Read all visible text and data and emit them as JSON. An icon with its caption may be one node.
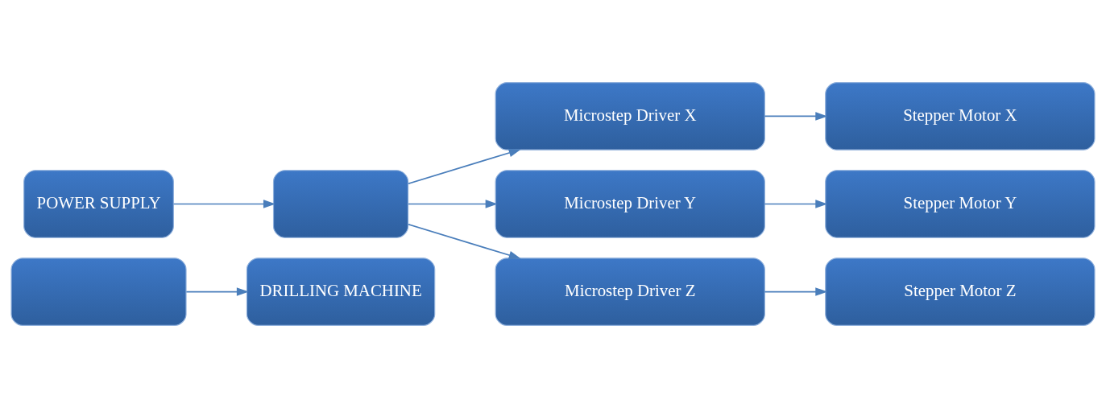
{
  "diagram": {
    "nodes": [
      {
        "text": [],
        "shape": "box"
      },
      {
        "text": [
          "DRILLING MACHINE"
        ]
      },
      {
        "text": [
          "POWER SUPPLY"
        ]
      },
      {
        "text": [],
        "shape": "box"
      },
      {
        "text": [
          "Microstep Driver X"
        ]
      },
      {
        "text": [
          "Stepper Motor X"
        ]
      },
      {
        "text": [
          "Microstep Driver Y"
        ]
      },
      {
        "text": [
          "Stepper Motor Y"
        ]
      },
      {
        "text": [
          "Microstep Driver Z"
        ]
      },
      {
        "text": [
          "Stepper Motor Z"
        ]
      }
    ],
    "edges": [
      {
        "from": 0,
        "to": 1,
        "arrow": "to"
      },
      {
        "from": 2,
        "to": 3,
        "arrow": "to"
      },
      {
        "from": 3,
        "to": 4,
        "arrow": "to"
      },
      {
        "from": 3,
        "to": 6,
        "arrow": "to"
      },
      {
        "from": 3,
        "to": 8,
        "arrow": "to"
      },
      {
        "from": 4,
        "to": 5,
        "arrow": "to"
      },
      {
        "from": 6,
        "to": 7,
        "arrow": "to"
      },
      {
        "from": 8,
        "to": 9,
        "arrow": "to"
      }
    ]
  }
}
